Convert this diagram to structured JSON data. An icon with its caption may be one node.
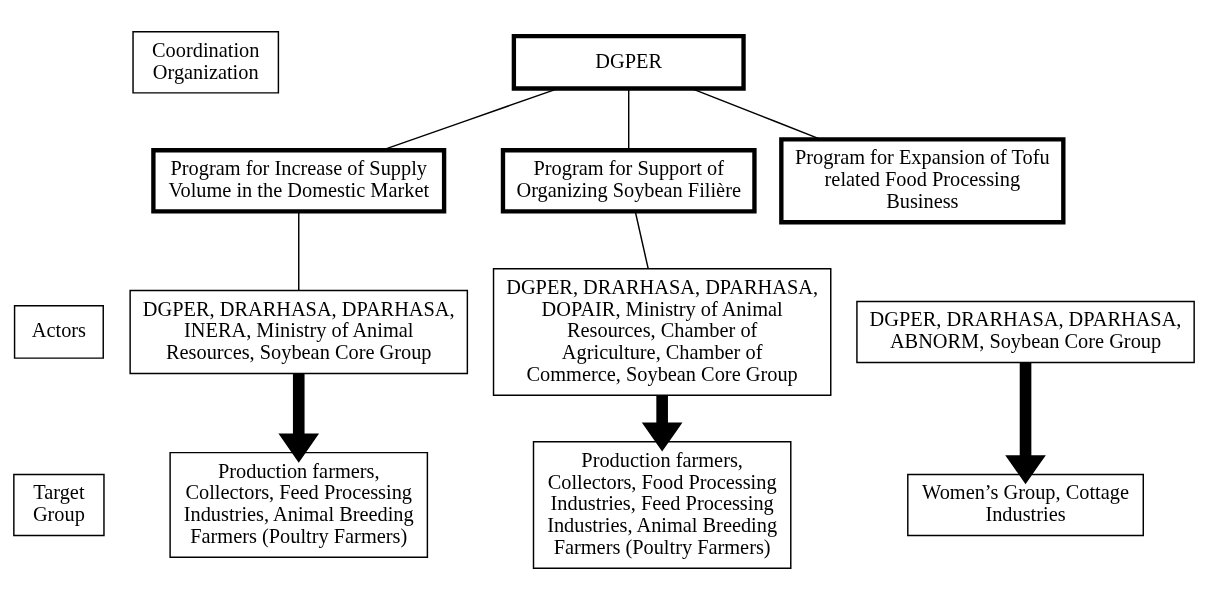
{
  "diagram": {
    "nodes": [
      {
        "text": [
          "Coordination Organization"
        ]
      },
      {
        "text": [
          "DGPER"
        ]
      },
      {
        "text": [
          "Program for Increase of Supply Volume in the Domestic Market"
        ]
      },
      {
        "text": [
          "Program for Support of Organizing Soybean Filière"
        ]
      },
      {
        "text": [
          "Program for Expansion of Tofu related Food Processing Business"
        ]
      },
      {
        "text": [
          "Actors"
        ]
      },
      {
        "text": [
          "DGPER, DRARHASA, DPARHASA, INERA, Ministry of Animal Resources, Soybean Core Group"
        ]
      },
      {
        "text": [
          "DGPER, DRARHASA, DPARHASA, DOPAIR, Ministry of Animal Resources, Chamber of Agriculture, Chamber of Commerce, Soybean Core Group"
        ]
      },
      {
        "text": [
          "DGPER, DRARHASA, DPARHASA, ABNORM, Soybean Core Group"
        ]
      },
      {
        "text": [
          "Target Group"
        ]
      },
      {
        "text": [
          "Production farmers, Collectors, Feed Processing Industries, Animal Breeding Farmers (Poultry Farmers)"
        ]
      },
      {
        "text": [
          "Production farmers, Collectors, Food Processing Industries, Feed Processing Industries, Animal Breeding Farmers (Poultry Farmers)"
        ]
      },
      {
        "text": [
          "Women’s Group, Cottage Industries"
        ]
      }
    ],
    "edges": [
      {
        "from": 1,
        "to": 2,
        "arrow": "none"
      },
      {
        "from": 1,
        "to": 3,
        "arrow": "none"
      },
      {
        "from": 1,
        "to": 4,
        "arrow": "none"
      },
      {
        "from": 2,
        "to": 6,
        "arrow": "none"
      },
      {
        "from": 3,
        "to": 7,
        "arrow": "none"
      },
      {
        "from": 6,
        "to": 10,
        "arrow": "to",
        "style": "thick"
      },
      {
        "from": 7,
        "to": 11,
        "arrow": "to",
        "style": "thick"
      },
      {
        "from": 8,
        "to": 12,
        "arrow": "to",
        "style": "thick"
      }
    ]
  }
}
